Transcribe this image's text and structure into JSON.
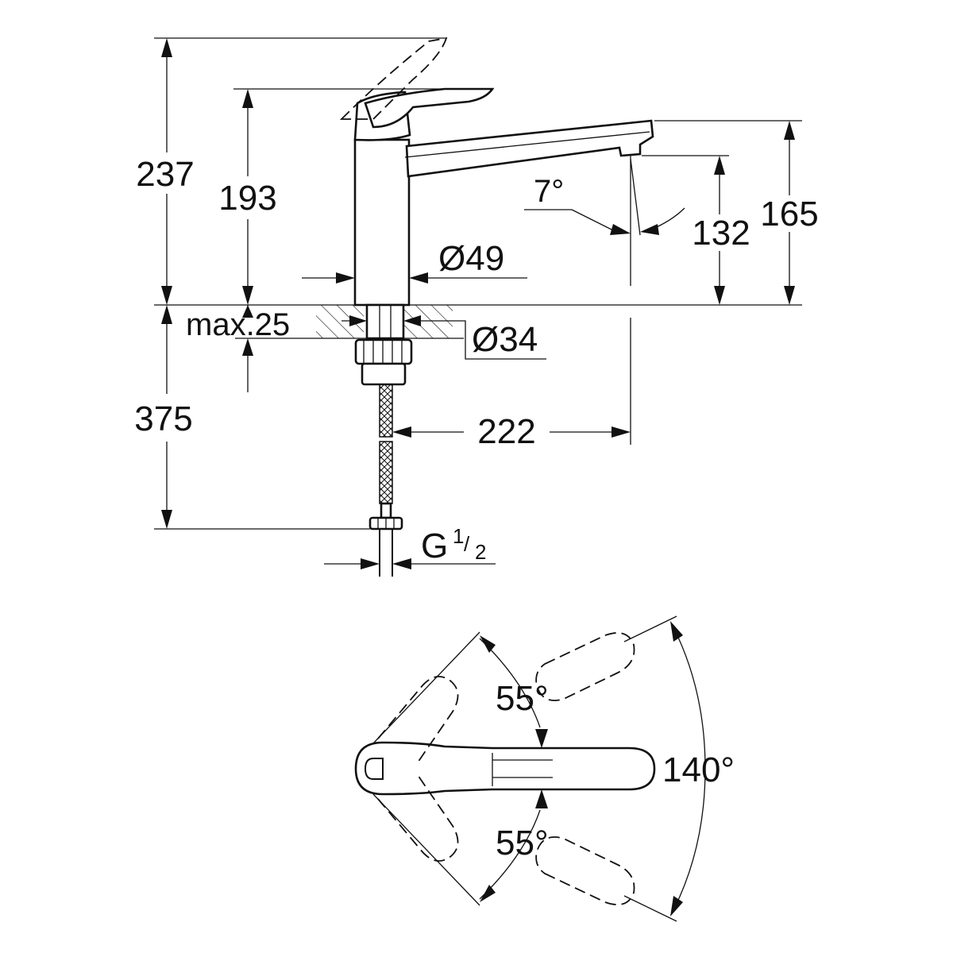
{
  "side_view": {
    "dimensions": {
      "total_height": "237",
      "body_height": "193",
      "spout_height": "165",
      "outlet_height": "132",
      "spout_angle": "7°",
      "body_diameter": "Ø49",
      "hole_diameter": "Ø34",
      "max_thickness": "max.25",
      "hose_length": "375",
      "spout_reach": "222"
    },
    "connection": {
      "prefix": "G",
      "fraction_num": "1",
      "fraction_sep": "/",
      "fraction_den": "2"
    }
  },
  "top_view": {
    "angles": {
      "upper": "55°",
      "lower": "55°",
      "total": "140°"
    }
  }
}
